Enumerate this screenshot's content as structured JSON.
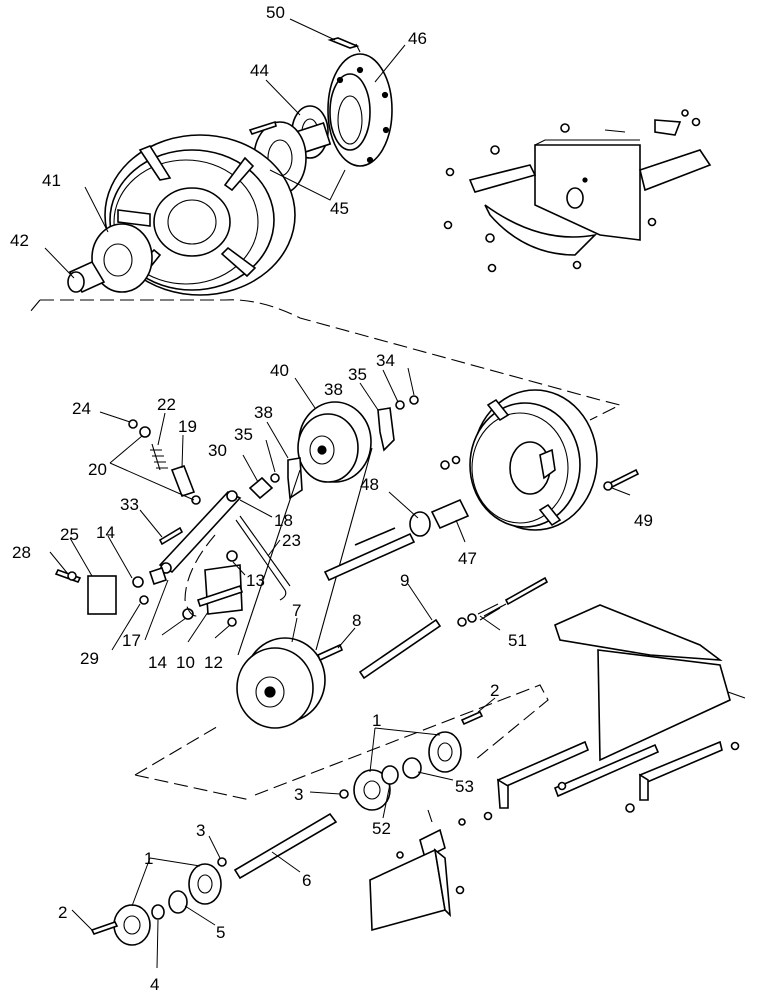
{
  "callouts": {
    "c50": "50",
    "c46": "46",
    "c44": "44",
    "c45": "45",
    "c41": "41",
    "c42": "42",
    "c40": "40",
    "c35a": "35",
    "c34": "34",
    "c38a": "38",
    "c24": "24",
    "c22": "22",
    "c19": "19",
    "c38b": "38",
    "c30": "30",
    "c35b": "35",
    "c20": "20",
    "c48": "48",
    "c33": "33",
    "c18": "18",
    "c49": "49",
    "c23": "23",
    "c14a": "14",
    "c25": "25",
    "c28": "28",
    "c13": "13",
    "c47": "47",
    "c9": "9",
    "c29": "29",
    "c17": "17",
    "c14b": "14",
    "c10": "10",
    "c12": "12",
    "c7": "7",
    "c8": "8",
    "c51": "51",
    "c2a": "2",
    "c1a": "1",
    "c53": "53",
    "c3a": "3",
    "c52": "52",
    "c3b": "3",
    "c1b": "1",
    "c6": "6",
    "c2b": "2",
    "c5": "5",
    "c4": "4"
  }
}
